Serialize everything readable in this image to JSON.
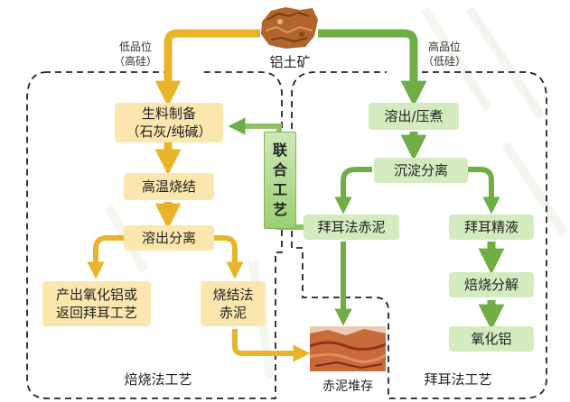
{
  "ore": {
    "label": "铝土矿"
  },
  "branch_low": {
    "text": "低品位\n（高硅）"
  },
  "branch_high": {
    "text": "高品位\n（低硅）"
  },
  "sinter": {
    "raw_material": "生料制备\n（石灰/纯碱）",
    "high_temp": "高温烧结",
    "dissolve": "溶出分离",
    "product": "产出氧化铝或\n返回拜耳工艺",
    "red_mud": "烧结法\n赤泥",
    "section_label": "焙烧法工艺"
  },
  "bayer": {
    "dissolve": "溶出/压煮",
    "precipitate": "沉淀分离",
    "red_mud": "拜耳法赤泥",
    "liquor": "拜耳精液",
    "calcine": "焙烧分解",
    "alumina": "氧化铝",
    "section_label": "拜耳法工艺"
  },
  "combined": {
    "chars": [
      "联",
      "合",
      "工",
      "艺"
    ]
  },
  "storage": {
    "label": "赤泥堆存"
  },
  "colors": {
    "yellow_fill": "#fbe7ae",
    "yellow_arrow": "#e8b52a",
    "green_fill": "#d4ebbf",
    "green_arrow": "#6fad45",
    "red_mud": "#b4502a"
  }
}
